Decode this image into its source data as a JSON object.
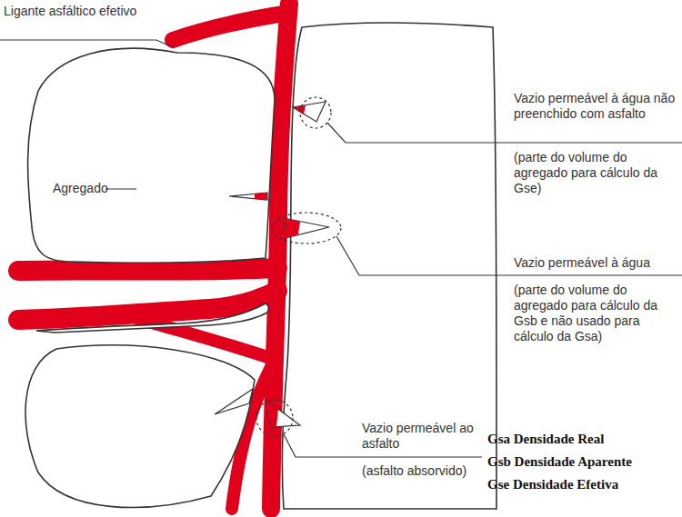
{
  "diagram": {
    "labels": [
      "Ligante asfáltico efetivo",
      "Agregado",
      "Vazio permeável à água não preenchido com asfalto",
      "(parte do volume do agregado para cálculo da Gse)",
      "Vazio permeável à água",
      "(parte do volume do agregado para cálculo da Gsb e não usado para cálculo da Gsa)",
      "Vazio permeável ao asfalto",
      "(asfalto absorvido)",
      "Gsa Densidade Real",
      "Gsb Densidade Aparente",
      "Gse Densidade Efetiva"
    ]
  }
}
